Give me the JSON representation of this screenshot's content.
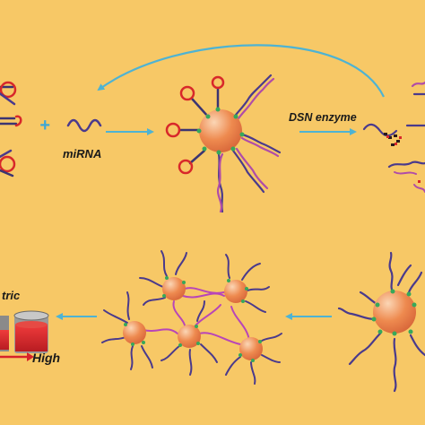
{
  "labels": {
    "plus": "+",
    "mirna": "miRNA",
    "dsn_enzyme": "DSN enzyme",
    "colorimetric_fragment": "tric",
    "high": "High"
  },
  "colors": {
    "background": "#f7c866",
    "particle": "#ee8a4f",
    "particle_highlight": "#f8c9a2",
    "hairpin_stem": "#3b3472",
    "hairpin_loop": "#d8282a",
    "strand": "#4a3a8c",
    "strand_partner": "#b04ca8",
    "arrow": "#4eb3d3",
    "linker": "#b845b8",
    "green_dot": "#37a85a",
    "tube_liquid": "#d8232a"
  }
}
